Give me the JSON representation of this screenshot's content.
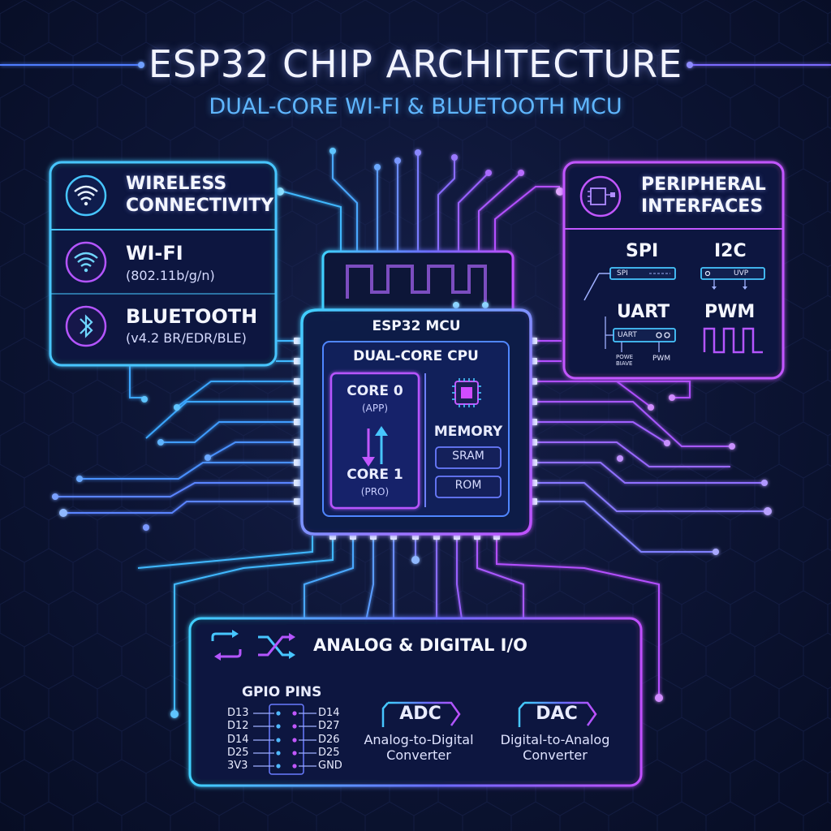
{
  "title": "ESP32 CHIP ARCHITECTURE",
  "subtitle": "DUAL-CORE WI-FI & BLUETOOTH MCU",
  "wireless": {
    "header_line1": "WIRELESS",
    "header_line2": "CONNECTIVITY",
    "wifi": {
      "name": "WI-FI",
      "spec": "(802.11b/g/n)"
    },
    "bluetooth": {
      "name": "BLUETOOTH",
      "spec": "(v4.2 BR/EDR/BLE)"
    }
  },
  "peripherals": {
    "header_line1": "PERIPHERAL",
    "header_line2": "INTERFACES",
    "spi": {
      "name": "SPI",
      "chip_label": "SPI"
    },
    "i2c": {
      "name": "I2C",
      "chip_label": "UVP"
    },
    "uart": {
      "name": "UART",
      "chip_label": "UART",
      "pin_a": "POWE\nBIAVE",
      "pin_b": "PWM"
    },
    "pwm": {
      "name": "PWM"
    }
  },
  "mcu": {
    "name": "ESP32 MCU",
    "cpu_title": "DUAL-CORE CPU",
    "core0": "CORE 0",
    "core0_role": "(APP)",
    "core1": "CORE 1",
    "core1_role": "(PRO)",
    "memory_title": "MEMORY",
    "sram": "SRAM",
    "rom": "ROM"
  },
  "io": {
    "header": "ANALOG & DIGITAL I/O",
    "gpio_title": "GPIO PINS",
    "pins_left": [
      "D13",
      "D12",
      "D14",
      "D25",
      "3V3"
    ],
    "pins_right": [
      "D14",
      "D27",
      "D26",
      "D25",
      "GND"
    ],
    "adc": {
      "name": "ADC",
      "desc_line1": "Analog-to-Digital",
      "desc_line2": "Converter"
    },
    "dac": {
      "name": "DAC",
      "desc_line1": "Digital-to-Analog",
      "desc_line2": "Converter"
    }
  },
  "colors": {
    "cyan": "#3fd0ff",
    "blue": "#5c7dff",
    "violet": "#b45cff",
    "magenta": "#d04cff"
  }
}
